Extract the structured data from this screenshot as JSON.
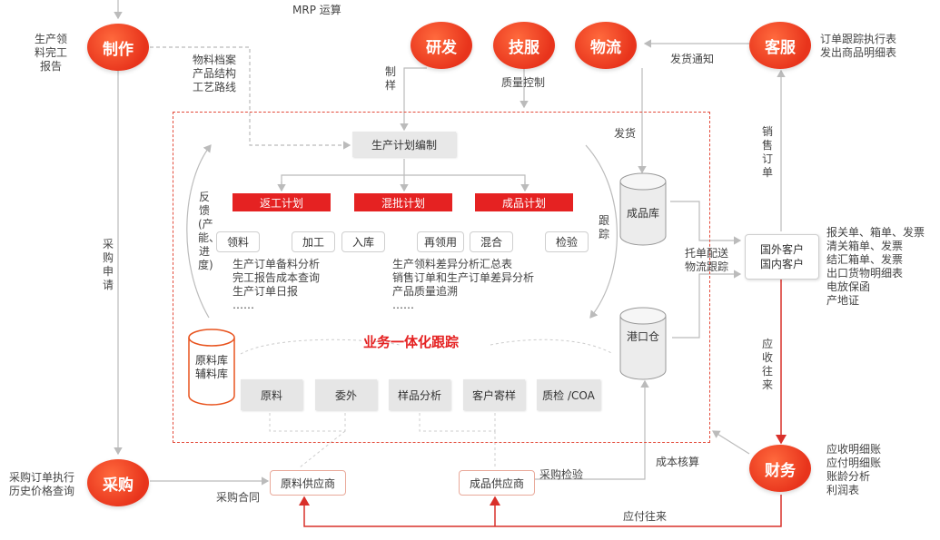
{
  "colors": {
    "accent": "#e8341c",
    "red_bar": "#e52222",
    "line_gray": "#bbbbbb",
    "line_red": "#d9302a"
  },
  "nodes": {
    "zhizuo": "制作",
    "yanfa": "研发",
    "jifu": "技服",
    "wuliu": "物流",
    "kefu": "客服",
    "caigou": "采购",
    "caiwu": "财务"
  },
  "labels": {
    "mrp": "MRP 运算",
    "zhizuo_side": "生产领\n料完工\n报告",
    "wuliao": "物料档案\n产品结构\n工艺路线",
    "zhiyang": "制样",
    "zhiliang": "质量控制",
    "fahuo_tongzhi": "发货通知",
    "kefu_side": "订单跟踪执行表\n发出商品明细表",
    "fahuo": "发货",
    "xiaoshou_dingdan": "销售订单",
    "caigou_shenqing": "采购申请",
    "fankui": "反馈(产能、进度)",
    "genzong": "跟踪",
    "tuodan": "托单配送\n物流跟踪",
    "baoguan": "报关单、箱单、发票\n清关箱单、发票\n结汇箱单、发票\n出口货物明细表\n电放保函\n产地证",
    "yingshou": "应收往来",
    "caiwu_side": "应收明细账\n应付明细账\n账龄分析\n利润表",
    "chengben": "成本核算",
    "caigou_side": "采购订单执行\n历史价格查询",
    "caigou_hetong": "采购合同",
    "caigou_jianyan": "采购检验",
    "yingfu": "应付往来",
    "analysis_left": "生产订单备料分析\n完工报告成本查询\n生产订单日报\n……",
    "analysis_right": "生产领料差异分析汇总表\n销售订单和生产订单差异分析\n产品质量追溯\n……",
    "center_title": "业务一体化跟踪"
  },
  "plan": {
    "top": "生产计划编制",
    "fangong": "返工计划",
    "hunpi": "混批计划",
    "chengpin": "成品计划"
  },
  "flow": [
    "领料",
    "加工",
    "入库",
    "再领用",
    "混合",
    "检验"
  ],
  "bottom_boxes": [
    "原料",
    "委外",
    "样品分析",
    "客户寄样",
    "质检 /COA"
  ],
  "stores": {
    "chengpin": "成品库",
    "gangkou": "港口仓",
    "yuanliao": "原料库\n辅料库"
  },
  "customers": "国外客户\n国内客户",
  "suppliers": {
    "yuanliao": "原料供应商",
    "chengpin": "成品供应商"
  }
}
